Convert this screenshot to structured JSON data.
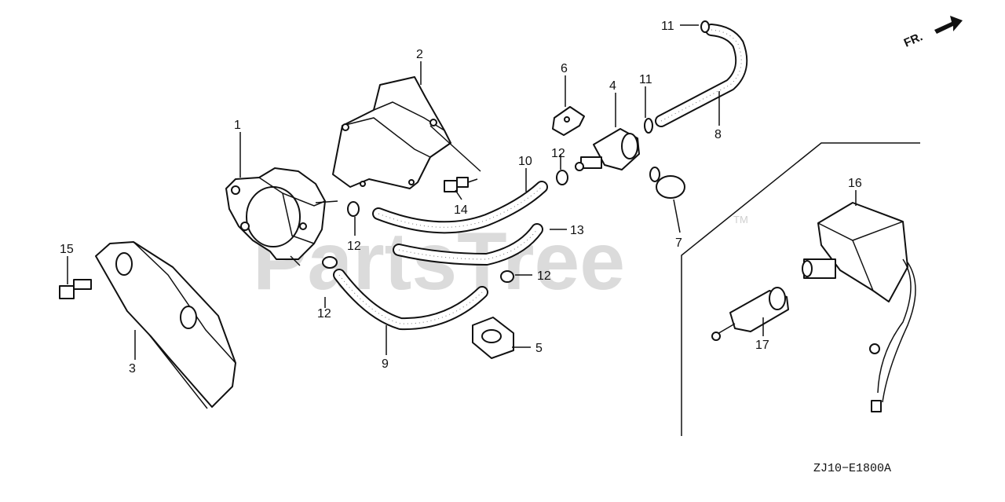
{
  "diagram": {
    "watermark": "PartsTree",
    "watermark_mark": "TM",
    "direction": "FR.",
    "drawing_code": "ZJ10−E1800A",
    "callouts": {
      "c1": "1",
      "c2": "2",
      "c3": "3",
      "c4": "4",
      "c5": "5",
      "c6": "6",
      "c7": "7",
      "c8": "8",
      "c9": "9",
      "c10": "10",
      "c11a": "11",
      "c11b": "11",
      "c12a": "12",
      "c12b": "12",
      "c12c": "12",
      "c12d": "12",
      "c13": "13",
      "c14": "14",
      "c15": "15",
      "c16": "16",
      "c17": "17"
    },
    "colors": {
      "line": "#111111",
      "background": "#ffffff",
      "watermark": "#cfcfcf"
    }
  }
}
